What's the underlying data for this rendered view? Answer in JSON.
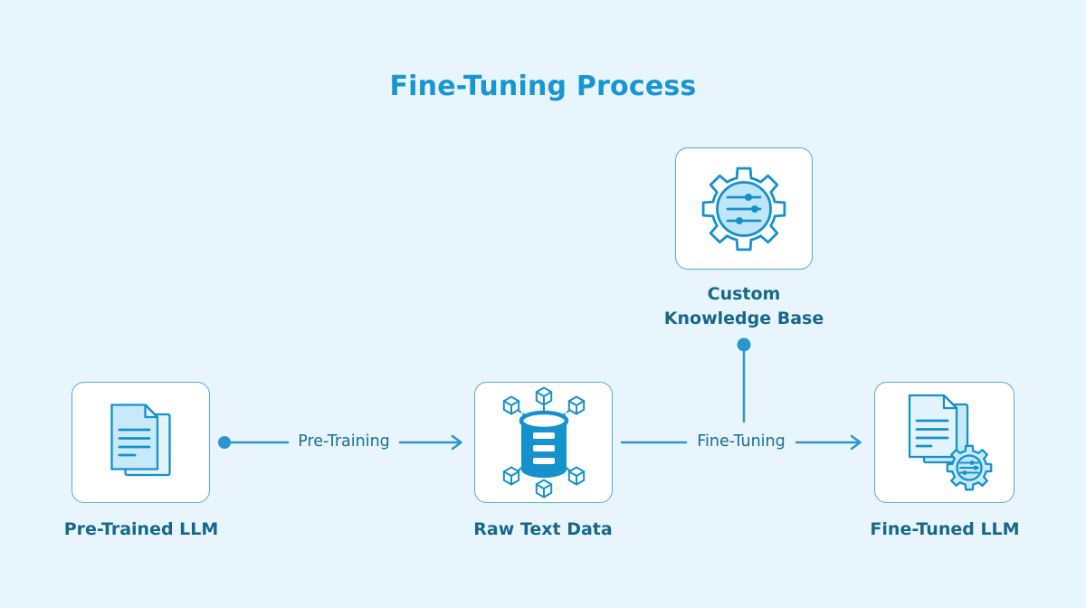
{
  "title": "Fine-Tuning Process",
  "colors": {
    "background": "#e8f5fd",
    "title_text": "#1796d2",
    "node_label_text": "#15688c",
    "edge_label_text": "#166f96",
    "connector": "#2a96ce",
    "card_border": "#56a9d7",
    "card_fill": "#ffffff",
    "icon_stroke": "#1591cc",
    "icon_fill": "#c7e9f8",
    "icon_fill_pale": "#e2f3fc",
    "gear_inner_fill": "#bfe6f7"
  },
  "nodes": [
    {
      "id": "custom-knowledge-base",
      "label": "Custom Knowledge Base",
      "label_lines": [
        "Custom",
        "Knowledge Base"
      ],
      "icon": "gear-sliders-icon"
    },
    {
      "id": "pre-trained-llm",
      "label": "Pre-Trained LLM",
      "icon": "stacked-documents-icon"
    },
    {
      "id": "raw-text-data",
      "label": "Raw Text Data",
      "icon": "database-with-cubes-icon"
    },
    {
      "id": "fine-tuned-llm",
      "label": "Fine-Tuned LLM",
      "icon": "documents-with-gear-icon"
    }
  ],
  "edges": [
    {
      "from": "pre-trained-llm",
      "to": "raw-text-data",
      "label": "Pre-Training"
    },
    {
      "from": "raw-text-data",
      "to": "fine-tuned-llm",
      "label": "Fine-Tuning"
    },
    {
      "from": "custom-knowledge-base",
      "to": "fine-tuning-connector",
      "label": ""
    }
  ]
}
